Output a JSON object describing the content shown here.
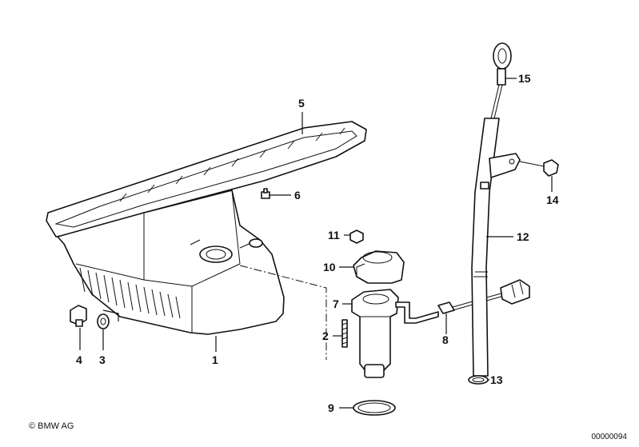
{
  "diagram": {
    "callouts": {
      "c1": "1",
      "c2": "2",
      "c3": "3",
      "c4": "4",
      "c5": "5",
      "c6": "6",
      "c7": "7",
      "c8": "8",
      "c9": "9",
      "c10": "10",
      "c11": "11",
      "c12": "12",
      "c13": "13",
      "c14": "14",
      "c15": "15"
    }
  },
  "footer": {
    "copyright": "© BMW AG",
    "doc_number": "00000094"
  }
}
